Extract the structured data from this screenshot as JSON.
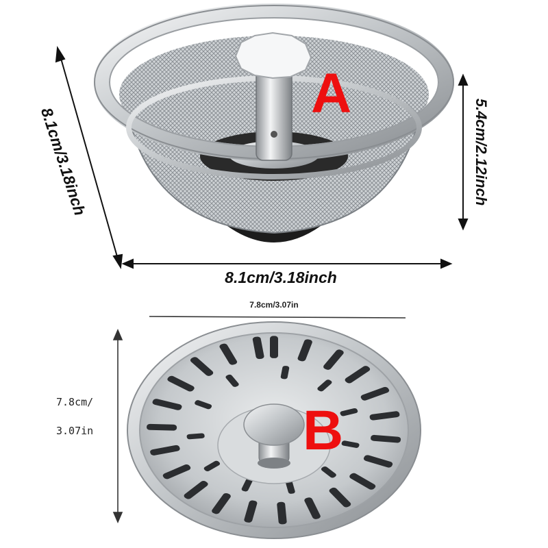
{
  "product_a": {
    "label": "A",
    "diagonal_dimension": "8.1cm/3.18inch",
    "width_dimension": "8.1cm/3.18inch",
    "height_dimension": "5.4cm/2.12inch"
  },
  "product_b": {
    "label": "B",
    "width_dimension": "7.8cm/3.07in",
    "height_dimension_line1": "7.8cm/",
    "height_dimension_line2": "3.07in"
  },
  "colors": {
    "label_red": "#ee0f0f",
    "steel_light": "#e8eaec",
    "steel_mid": "#b4b8bc",
    "steel_dark": "#6f7377",
    "rubber": "#1c1c1c"
  }
}
